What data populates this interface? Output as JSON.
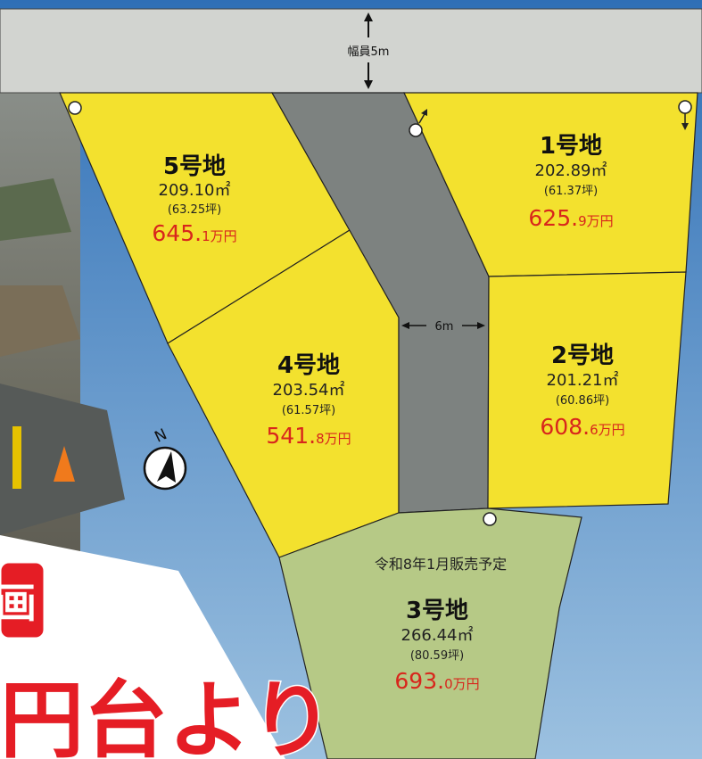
{
  "colors": {
    "road": "#d2d4d0",
    "private_road": "#7d8280",
    "lot_yellow": "#f3e12e",
    "lot_green": "#b6c986",
    "price_red": "#d8261c",
    "banner_red": "#e51d25",
    "sky": "#3f7fc0"
  },
  "road": {
    "width_label": "幅員5m"
  },
  "private_road": {
    "width_label": "6m"
  },
  "north": {
    "label": "N"
  },
  "lots": [
    {
      "name": "1号地",
      "area": "202.89㎡",
      "tsubo": "(61.37坪)",
      "price_main": "625.",
      "price_sub": "9万円"
    },
    {
      "name": "2号地",
      "area": "201.21㎡",
      "tsubo": "(60.86坪)",
      "price_main": "608.",
      "price_sub": "6万円"
    },
    {
      "name": "3号地",
      "note": "令和8年1月販売予定",
      "area": "266.44㎡",
      "tsubo": "(80.59坪)",
      "price_main": "693.",
      "price_sub": "0万円"
    },
    {
      "name": "4号地",
      "area": "203.54㎡",
      "tsubo": "(61.57坪)",
      "price_main": "541.",
      "price_sub": "8万円"
    },
    {
      "name": "5号地",
      "area": "209.10㎡",
      "tsubo": "(63.25坪)",
      "price_main": "645.",
      "price_sub": "1万円"
    }
  ],
  "banner": {
    "top_partial": "画",
    "bottom_partial": "円台より"
  }
}
